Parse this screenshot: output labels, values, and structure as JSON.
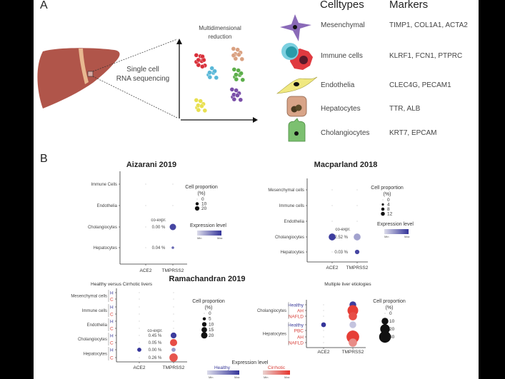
{
  "panel_a": {
    "label": "A",
    "seq_text": [
      "Single cell",
      "RNA sequencing"
    ],
    "reduction_text": [
      "Multidimensional",
      "reduction"
    ],
    "celltypes_header": "Celltypes",
    "markers_header": "Markers",
    "rows": [
      {
        "celltype": "Mesenchymal",
        "markers": "TIMP1, COL1A1, ACTA2",
        "icon": "mesenchymal-cell-icon"
      },
      {
        "celltype": "Immune cells",
        "markers": "KLRF1, FCN1, PTPRC",
        "icon": "immune-cell-icon"
      },
      {
        "celltype": "Endothelia",
        "markers": "CLEC4G, PECAM1",
        "icon": "endothelial-cell-icon"
      },
      {
        "celltype": "Hepatocytes",
        "markers": "TTR, ALB",
        "icon": "hepatocyte-icon"
      },
      {
        "celltype": "Cholangiocytes",
        "markers": "KRT7, EPCAM",
        "icon": "cholangiocyte-icon"
      }
    ],
    "cluster_colors": [
      "#d9303a",
      "#d9a080",
      "#5ab8d8",
      "#5cae4a",
      "#7a4fa8",
      "#e8e050"
    ]
  },
  "panel_b": {
    "label": "B",
    "genes": [
      "ACE2",
      "TMPRSS2"
    ],
    "coexpr_label": "co-expr.",
    "legend_size_title": [
      "Cell proportion",
      "(%)"
    ],
    "legend_expr_title": "Expression level",
    "min_label": "Min",
    "max_label": "Max",
    "colors": {
      "healthy_low": "#dcdcea",
      "healthy_high": "#35359a",
      "cirrhotic_low": "#ead2d0",
      "cirrhotic_high": "#e6362e",
      "faint": "#c8c8c8"
    },
    "aizarani": {
      "title": "Aizarani 2019",
      "rows": [
        "Immune Cells",
        "Endothelia",
        "Cholangiocytes",
        "Hepatocytes"
      ],
      "coexpr": [
        "",
        "",
        "0.00 %",
        "0.04 %"
      ],
      "dots": [
        {
          "row": 2,
          "gene": 1,
          "proportion": 25,
          "expression": 0.9,
          "group": "healthy"
        },
        {
          "row": 3,
          "gene": 1,
          "proportion": 4,
          "expression": 0.7,
          "group": "healthy"
        }
      ],
      "size_legend": [
        0,
        10,
        20
      ]
    },
    "macparland": {
      "title": "Macparland 2018",
      "rows": [
        "Mesenchymal cells",
        "Immune cells",
        "Endothelia",
        "Cholangiocytes",
        "Hepatocytes"
      ],
      "coexpr": [
        "",
        "",
        "",
        "2.52 %",
        "0.03 %"
      ],
      "dots": [
        {
          "row": 3,
          "gene": 0,
          "proportion": 12,
          "expression": 0.95,
          "group": "healthy"
        },
        {
          "row": 3,
          "gene": 1,
          "proportion": 12,
          "expression": 0.35,
          "group": "healthy"
        },
        {
          "row": 4,
          "gene": 1,
          "proportion": 5,
          "expression": 0.9,
          "group": "healthy"
        }
      ],
      "size_legend": [
        0,
        4,
        8,
        12
      ]
    },
    "ramachandran": {
      "title": "Ramachandran 2019",
      "healthy_vs_cirrhotic": {
        "subtitle": "Healthy versus Cirrhotic livers",
        "groups": [
          "Mesenchymal cells",
          "Immune cells",
          "Endothelia",
          "Cholangiocytes",
          "Hepatocytes"
        ],
        "conditions": [
          "H",
          "C"
        ],
        "coexpr": [
          "",
          "",
          "",
          "",
          "",
          "",
          "0.45 %",
          "0.05 %",
          "0.00 %",
          "0.26 %"
        ],
        "dots": [
          {
            "row": 6,
            "gene": 1,
            "proportion": 10,
            "expression": 0.95,
            "group": "healthy"
          },
          {
            "row": 7,
            "gene": 1,
            "proportion": 15,
            "expression": 0.85,
            "group": "cirrhotic"
          },
          {
            "row": 8,
            "gene": 1,
            "proportion": 5,
            "expression": 0.4,
            "group": "healthy"
          },
          {
            "row": 9,
            "gene": 1,
            "proportion": 20,
            "expression": 0.8,
            "group": "cirrhotic"
          },
          {
            "row": 8,
            "gene": 0,
            "proportion": 5,
            "expression": 1.0,
            "group": "healthy"
          }
        ],
        "size_legend": [
          0,
          5,
          10,
          15,
          20
        ]
      },
      "etiologies": {
        "subtitle": "Multiple liver etiologies",
        "groups": [
          {
            "name": "Cholangiocytes",
            "conditions": [
              "Healthy",
              "AH",
              "NAFLD"
            ]
          },
          {
            "name": "Hepatocytes",
            "conditions": [
              "Healthy",
              "PBC",
              "AH",
              "NAFLD"
            ]
          }
        ],
        "dots": [
          {
            "row": 0,
            "gene": 1,
            "proportion": 10,
            "expression": 0.95,
            "group": "healthy"
          },
          {
            "row": 1,
            "gene": 1,
            "proportion": 25,
            "expression": 0.95,
            "group": "cirrhotic"
          },
          {
            "row": 2,
            "gene": 1,
            "proportion": 15,
            "expression": 0.85,
            "group": "cirrhotic"
          },
          {
            "row": 3,
            "gene": 1,
            "proportion": 10,
            "expression": 0.15,
            "group": "healthy"
          },
          {
            "row": 5,
            "gene": 1,
            "proportion": 35,
            "expression": 0.95,
            "group": "cirrhotic"
          },
          {
            "row": 6,
            "gene": 1,
            "proportion": 15,
            "expression": 0.45,
            "group": "cirrhotic"
          },
          {
            "row": 3,
            "gene": 0,
            "proportion": 5,
            "expression": 1.0,
            "group": "healthy"
          }
        ],
        "size_legend": [
          0,
          10,
          20,
          30
        ]
      },
      "expr_legend": {
        "healthy": "Healthy",
        "cirrhotic": "Cirrhotic"
      }
    }
  }
}
